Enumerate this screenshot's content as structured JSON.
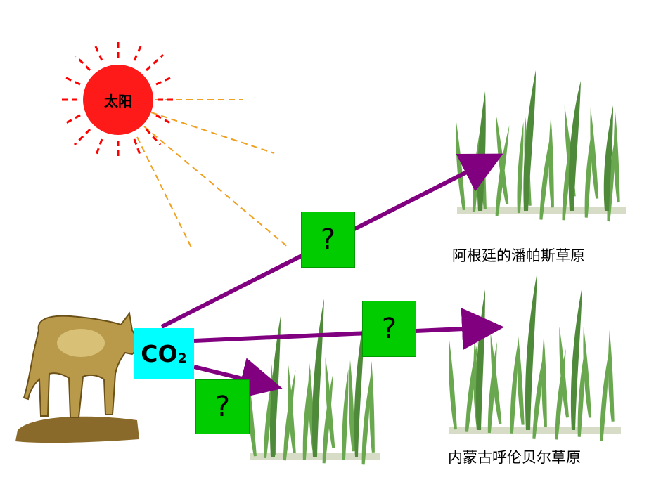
{
  "sun": {
    "label": "太阳",
    "color": "#ff1a1a",
    "ray_color": "#ff0000",
    "light_color": "#f0a020"
  },
  "co2_box": {
    "formula": "CO",
    "subscript": "2",
    "color": "#00ffff"
  },
  "question_boxes": [
    {
      "id": "q-top",
      "text": "?"
    },
    {
      "id": "q-middle",
      "text": "?"
    },
    {
      "id": "q-bottom",
      "text": "?"
    }
  ],
  "grasslands": [
    {
      "id": "pampas",
      "label": "阿根廷的潘帕斯草原"
    },
    {
      "id": "hulunbuir",
      "label": "内蒙古呼伦贝尔草原"
    }
  ],
  "arrow_color": "#800080",
  "question_box_color": "#00cc00",
  "icons": [
    "sun-icon",
    "cow-icon",
    "grass-icon"
  ]
}
